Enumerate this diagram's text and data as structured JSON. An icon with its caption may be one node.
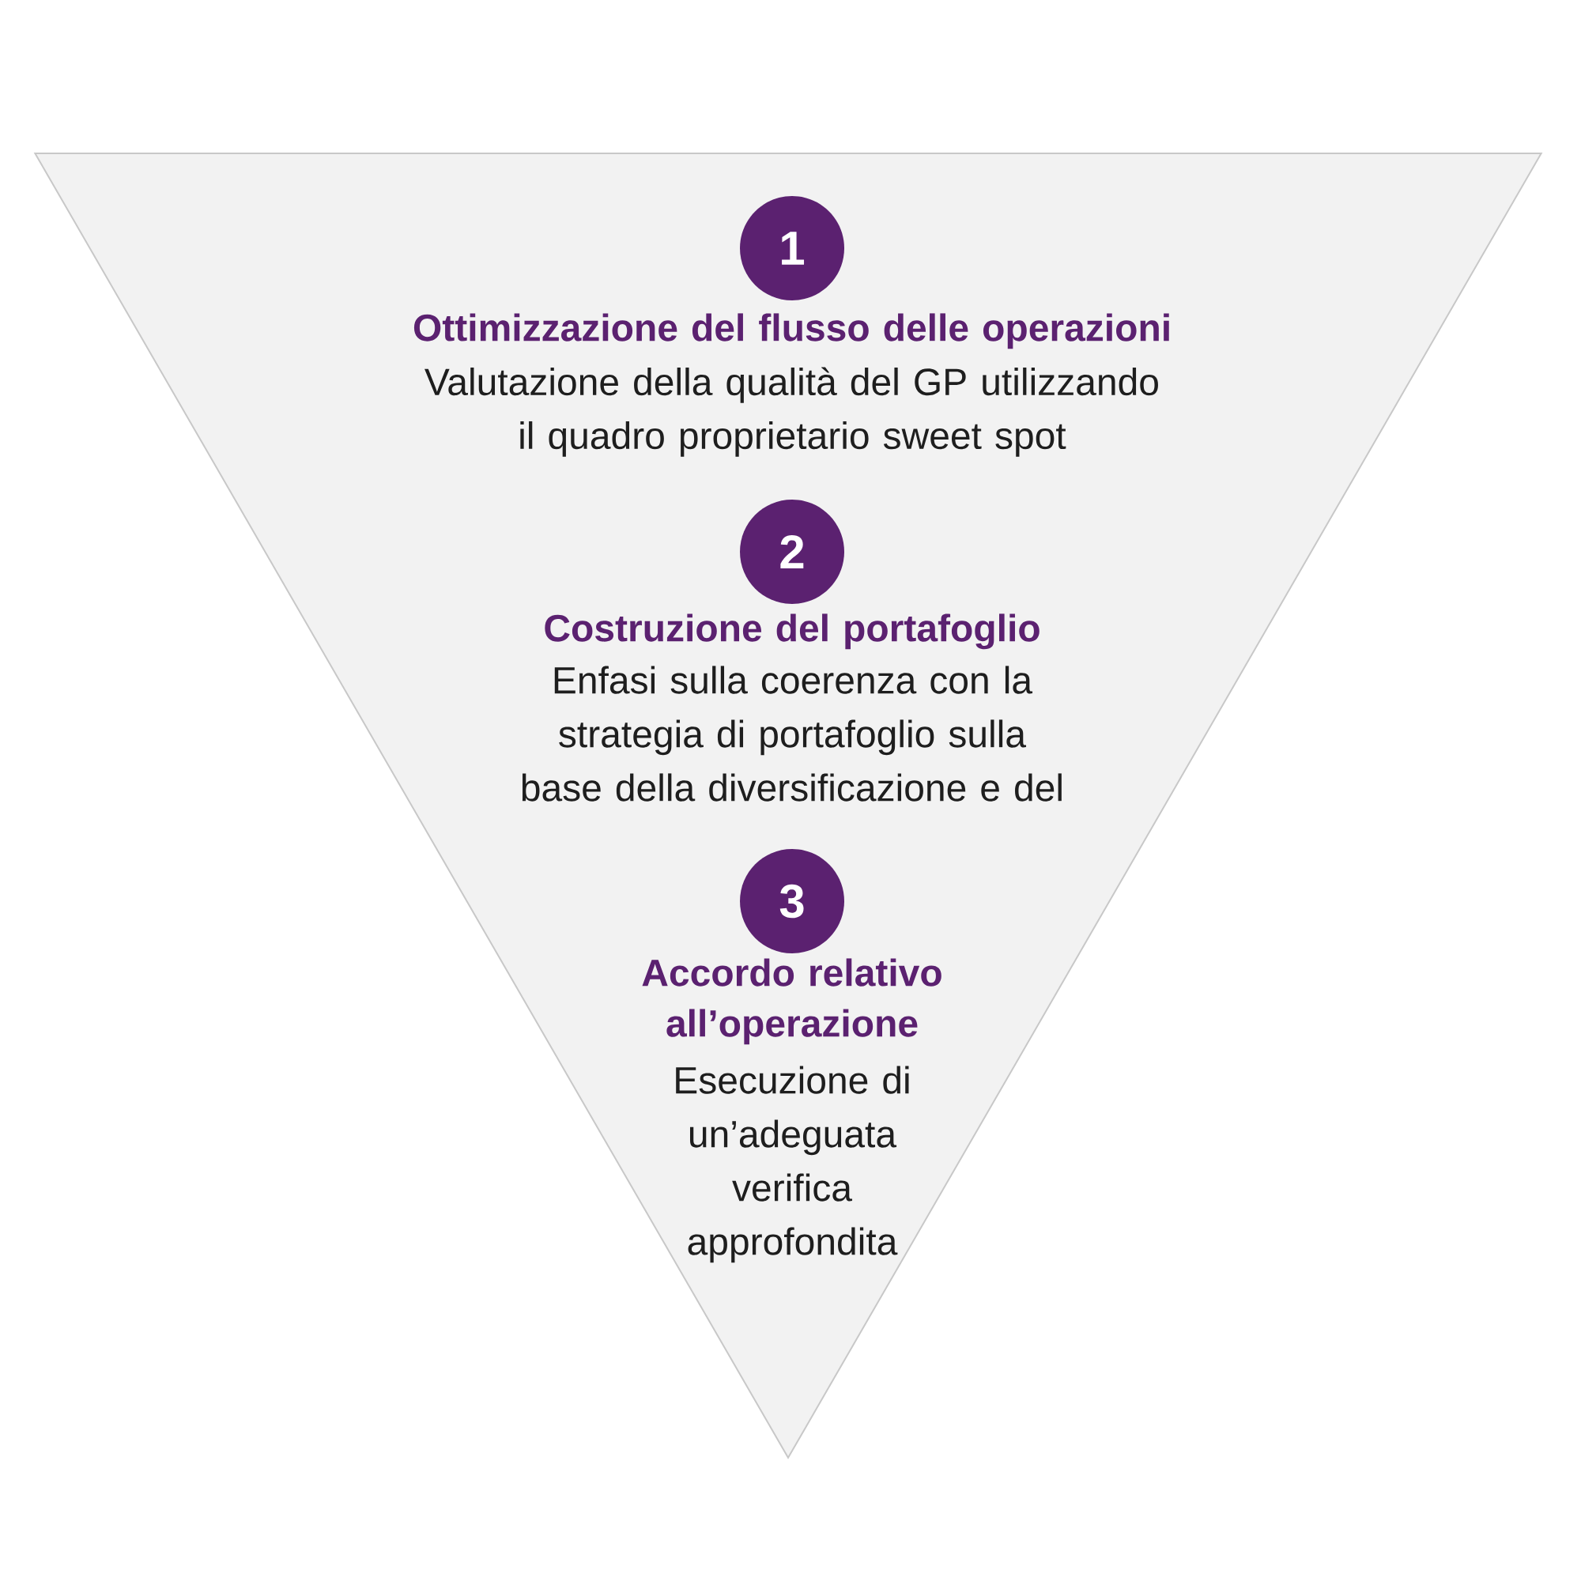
{
  "diagram": {
    "nodes": [
      {
        "text": [],
        "shape": "triangle"
      },
      {
        "text": [
          "1"
        ],
        "in": 0,
        "beside": [
          "Ottimizzazione del flusso delle operazioni",
          "Valutazione della qualità del GP utilizzando il quadro proprietario sweet spot"
        ]
      },
      {
        "text": [
          "2"
        ],
        "in": 0,
        "beside": [
          "Costruzione del portafoglio",
          "Enfasi sulla coerenza con la strategia di portafoglio sulla base della diversificazione e del"
        ]
      },
      {
        "text": [
          "3"
        ],
        "in": 0,
        "beside": [
          "Accordo relativo all’operazione",
          "Esecuzione di un’adeguata verifica approfondita"
        ]
      }
    ]
  }
}
